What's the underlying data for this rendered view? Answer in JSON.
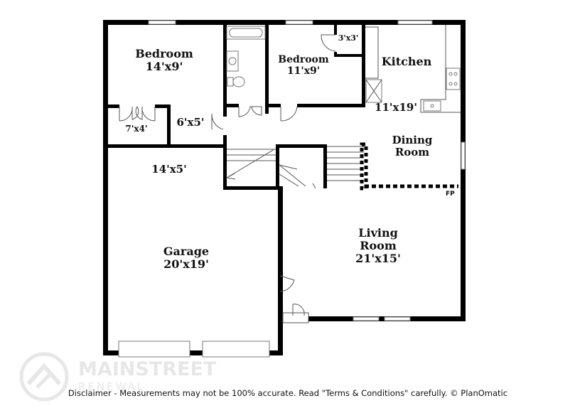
{
  "rooms": {
    "bedroom1": {
      "name": "Bedroom",
      "dims": "14'x9'"
    },
    "bedroom2": {
      "name": "Bedroom",
      "dims": "11'x9'"
    },
    "closet_small": {
      "dims": "3'x3'"
    },
    "kitchen": {
      "name": "Kitchen",
      "dims": "11'x19'"
    },
    "closet_wardrobe": {
      "dims": "7'x4'"
    },
    "hall": {
      "dims": "6'x5'"
    },
    "dining": {
      "line1": "Dining",
      "line2": "Room"
    },
    "laundry": {
      "dims": "14'x5'"
    },
    "garage": {
      "name": "Garage",
      "dims": "20'x19'"
    },
    "living": {
      "line1": "Living",
      "line2": "Room",
      "dims": "21'x15'"
    },
    "fireplace": {
      "label": "FP"
    }
  },
  "watermark": {
    "brand": "MAINSTREET",
    "sub": "RENEWAL"
  },
  "disclaimer": "Disclaimer - Measurements may not be 100% accurate. Read \"Terms & Conditions\" carefully. © PlanOmatic"
}
